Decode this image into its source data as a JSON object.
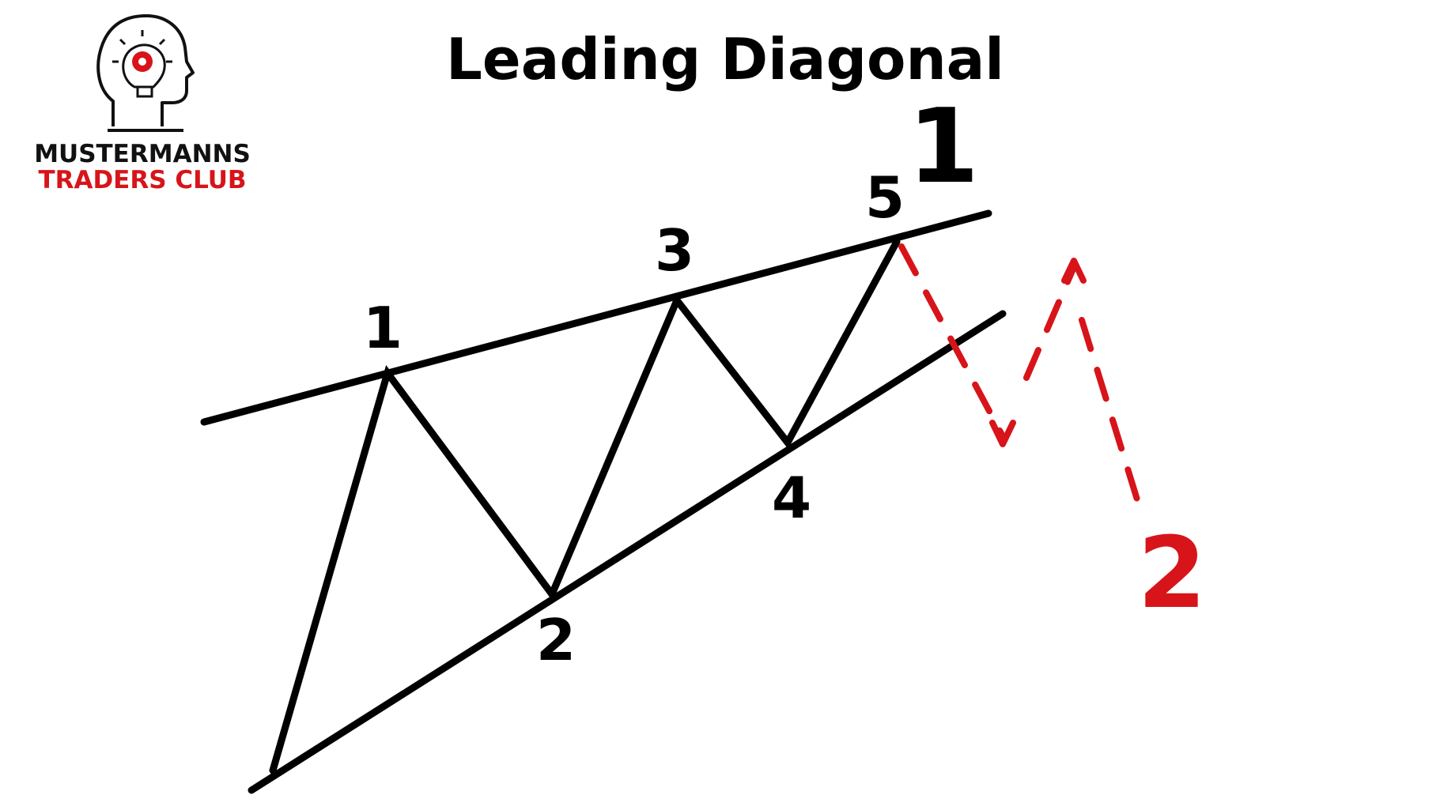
{
  "title": "Leading Diagonal",
  "logo": {
    "line1": "MUSTERMANNS",
    "line2": "TRADERS CLUB",
    "icon": "head-lightbulb-gear-icon",
    "color_dark": "#111111",
    "color_accent": "#d7141a"
  },
  "wave_labels": {
    "w1": "1",
    "w2": "2",
    "w3": "3",
    "w4": "4",
    "w5": "5"
  },
  "degree_labels": {
    "big_1": "1",
    "big_2": "2"
  },
  "colors": {
    "line": "#000000",
    "accent": "#d7141a",
    "background": "#ffffff"
  }
}
